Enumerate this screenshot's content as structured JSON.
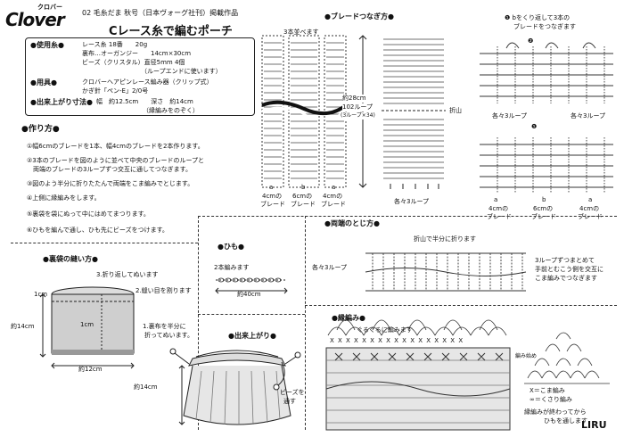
{
  "brand": {
    "kana": "クロバー",
    "logo": "Clover"
  },
  "header": {
    "issue": "02 毛糸だま 秋号（日本ヴォーグ社刊）掲載作品",
    "title": "Cレース糸で編むポーチ"
  },
  "materials": {
    "label_material": "●使用糸●",
    "yarn": "レース糸 18番　　20g",
    "lining": "裏布…オーガンジー　　14cm×30cm",
    "beads": "ビーズ（クリスタル）直径5mm 4個",
    "beads_note": "（ループエンドに使います）",
    "label_tools": "●用具●",
    "tool1": "クロバーヘアピンレース編み器（クリップ式）",
    "tool2": "かぎ針「ペン-E」2/0号",
    "label_size": "●出来上がり寸法●",
    "size": "幅　約12.5cm　　深さ　約14cm",
    "size_note": "（縁編みをのぞく）"
  },
  "method": {
    "title": "●作り方●",
    "steps": [
      "①幅6cmのブレードを1本、幅4cmのブレードを2本作ります。",
      "②3本のブレードを図のように並べて中央のブレードのループと",
      "　両端のブレードの3ループずつ交互に通してつなぎます。",
      "③図のよう半分に折りたたんで両端をこま編みでとじます。",
      "④上側に縁編みをします。",
      "⑤裏袋を袋にぬって中にはめてまつります。",
      "⑥ひもを編んで通し、ひも先にビーズをつけます。"
    ]
  },
  "braid": {
    "title": "●ブレードつなぎ方●",
    "parallel": "3本並べます",
    "len1": "約28cm",
    "len2": "102ループ",
    "len3": "(3ループ×34)",
    "fold": "折山",
    "label_a": "a",
    "label_b": "b",
    "label4": "4cmの",
    "label6": "6cmの",
    "label_blade": "ブレード",
    "each3": "各々3ループ"
  },
  "steps_right": {
    "s1a": "❶ bをくり返して3本の",
    "s1b": "ブレードをつなぎます",
    "n1": "❶",
    "n2": "❷",
    "each3": "各々3ループ"
  },
  "cord": {
    "title": "●ひも●",
    "note": "2本編みます",
    "length": "約40cm"
  },
  "ends": {
    "title": "●両端のとじ方●",
    "fold_note": "折山で半分に折ります",
    "each3": "各々3ループ",
    "r1": "3ループずつまとめて",
    "r2": "手前とむこう側を交互に",
    "r3": "こま編みでつなぎます"
  },
  "lining": {
    "title": "●裏袋の縫い方●",
    "n3": "3.折り返してぬいます",
    "n2": "2.縫い目を割ります",
    "n1a": "1.裏布を半分に",
    "n1b": "折ってぬいます。",
    "c1": "1cm",
    "c1b": "1cm",
    "h": "約14cm",
    "w": "約12cm"
  },
  "finished": {
    "title": "●出来上がり●",
    "h": "約14cm",
    "bead1": "ビーズを",
    "bead2": "通す"
  },
  "edging": {
    "title": "●縁編み●",
    "round": "ぐるぐるに編みます",
    "legend1": "X＝こま編み",
    "legend2": "∞＝くさり編み",
    "bottom1": "縁編みが終わってから",
    "bottom2": "ひもを通します",
    "mark": "編み始め",
    "xs": "X X X X X X X X X X X X X X X X X"
  },
  "watermark": "LIRU"
}
